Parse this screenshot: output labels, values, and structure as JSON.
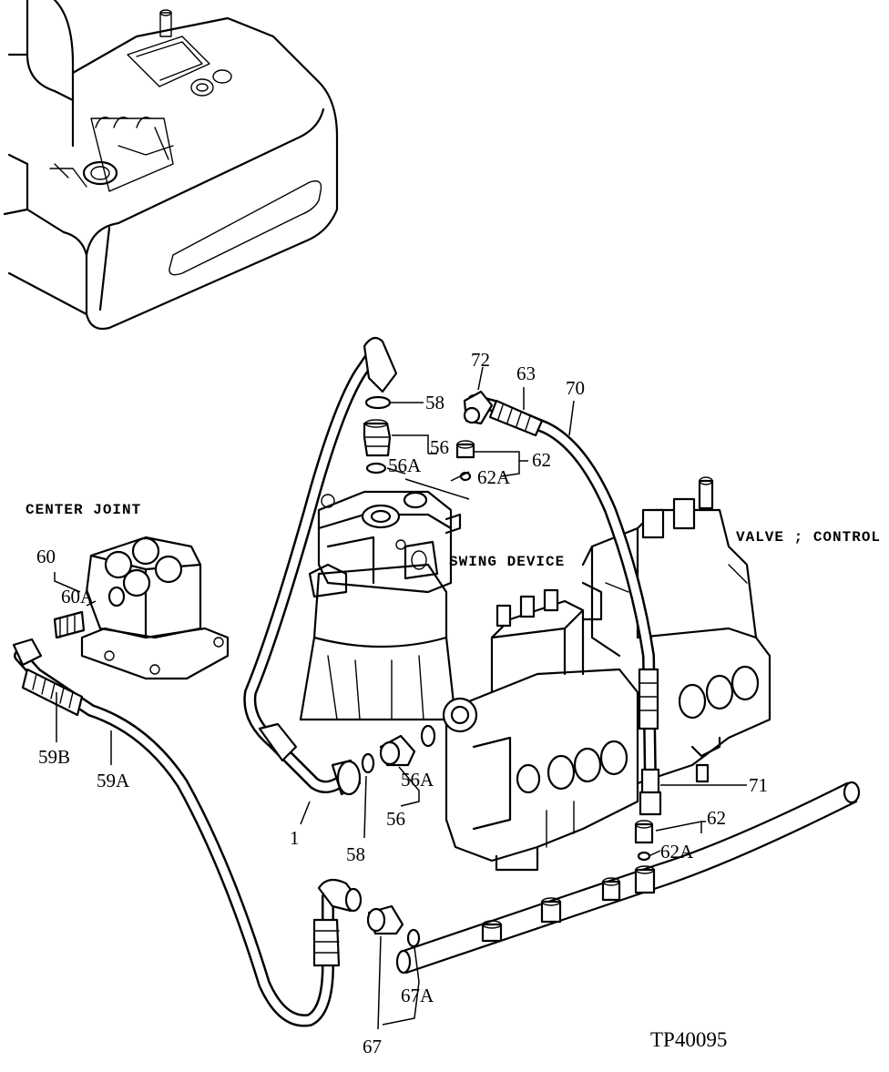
{
  "labels": {
    "center_joint": "CENTER JOINT",
    "swing_device": "SWING DEVICE",
    "valve_control": "VALVE ; CONTROL",
    "figure_code": "TP40095"
  },
  "parts": {
    "p1": "1",
    "p56_top": "56",
    "p56a_top": "56A",
    "p56_bot": "56",
    "p56a_bot": "56A",
    "p58_top": "58",
    "p58_bot": "58",
    "p59a": "59A",
    "p59b": "59B",
    "p60": "60",
    "p60a": "60A",
    "p62_top": "62",
    "p62a_top": "62A",
    "p62_bot": "62",
    "p62a_bot": "62A",
    "p63": "63",
    "p67": "67",
    "p67a": "67A",
    "p70": "70",
    "p71": "71",
    "p72": "72"
  }
}
